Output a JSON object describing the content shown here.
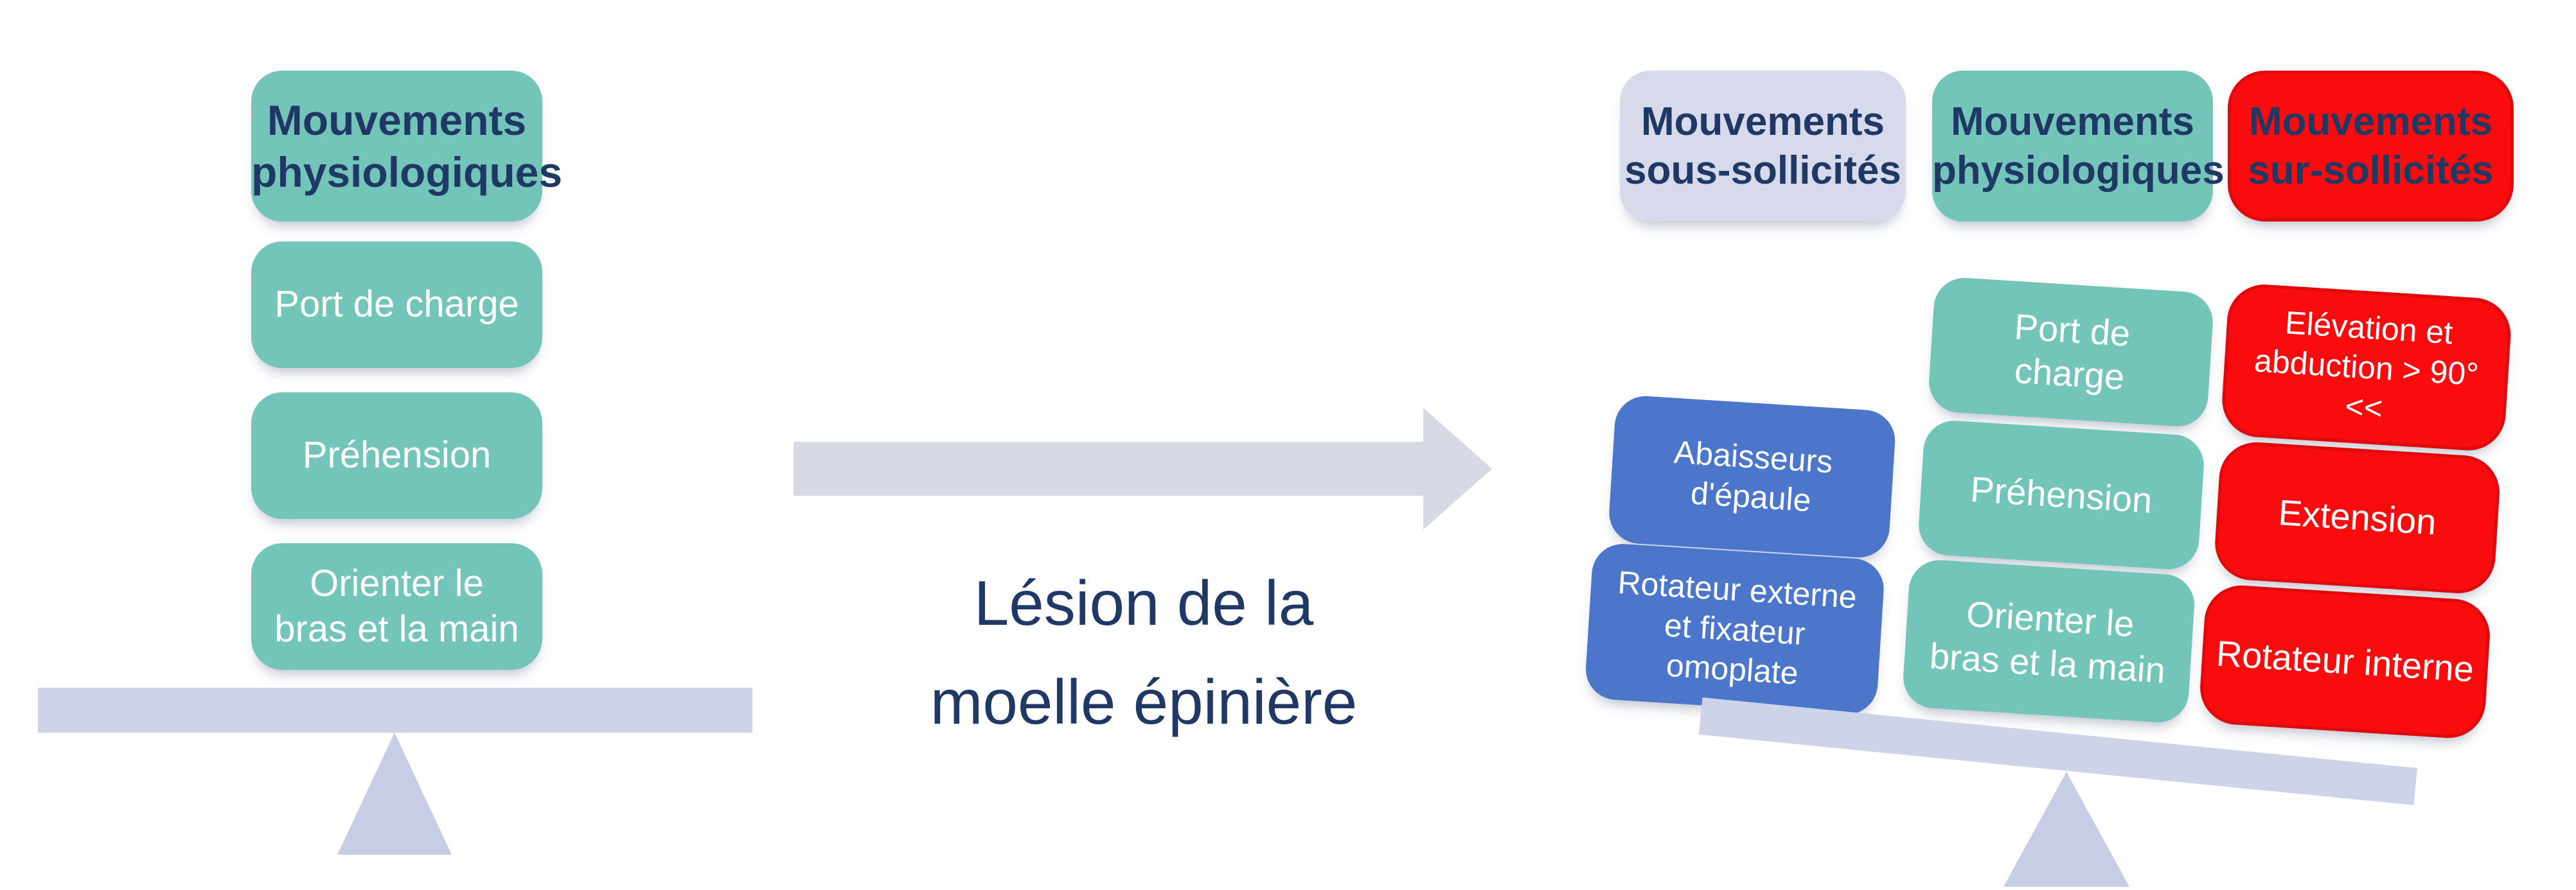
{
  "colors": {
    "teal": "#74C5B9",
    "lavender": "#D7DAEA",
    "blue": "#4B76CA",
    "red": "#FA0B0E",
    "red_border": "#DF0A0D",
    "navy": "#1F3864",
    "white_text": "#FFFFFF",
    "beam": "#CDD3E8",
    "fulcrum": "#C7CDE5",
    "arrow": "#D7DAE5",
    "background": "#FFFFFF"
  },
  "left_scale": {
    "header": "Mouvements\nphysiologiques",
    "items": [
      "Port de charge",
      "Préhension",
      "Orienter le\nbras et la main"
    ]
  },
  "center": {
    "caption": "Lésion de la\nmoelle épinière"
  },
  "right_scale": {
    "headers": {
      "under": "Mouvements\nsous-sollicités",
      "physio": "Mouvements\nphysiologiques",
      "over": "Mouvements\nsur-sollicités"
    },
    "under_items": [
      "Abaisseurs\nd'épaule",
      "Rotateur externe\net fixateur\nomoplate"
    ],
    "physio_items": [
      "Port de\ncharge",
      "Préhension",
      "Orienter le\nbras et la main"
    ],
    "over_items": [
      "Elévation et\nabduction > 90°\n<<",
      "Extension",
      "Rotateur interne"
    ]
  }
}
